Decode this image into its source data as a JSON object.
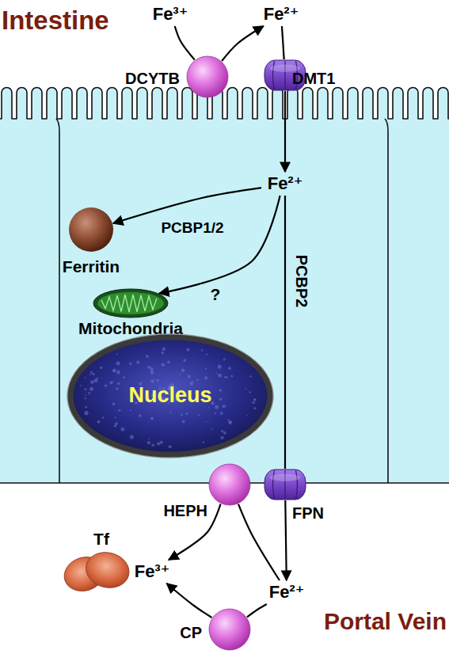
{
  "diagram": {
    "nodes": [
      {
        "text": [
          "Fe³⁺"
        ]
      },
      {
        "text": [
          "Fe²⁺"
        ]
      },
      {
        "text": [
          "DCYTB"
        ]
      },
      {
        "text": [
          "DMT1"
        ]
      },
      {
        "text": [
          "Fe²⁺"
        ]
      },
      {
        "text": [
          "Ferritin"
        ]
      },
      {
        "text": [
          "Mitochondria"
        ]
      },
      {
        "text": [
          "Nucleus"
        ]
      },
      {
        "text": [
          "HEPH"
        ]
      },
      {
        "text": [
          "FPN"
        ]
      },
      {
        "text": [
          "Tf"
        ]
      },
      {
        "text": [
          "Fe³⁺"
        ]
      },
      {
        "text": [
          "Fe²⁺"
        ]
      },
      {
        "text": [
          "CP"
        ]
      }
    ],
    "edges": [
      {
        "from": 0,
        "to": 2,
        "arrow": "none"
      },
      {
        "from": 2,
        "to": 1,
        "arrow": "to"
      },
      {
        "from": 1,
        "to": 3,
        "arrow": "none"
      },
      {
        "from": 3,
        "to": 4,
        "arrow": "to"
      },
      {
        "from": 4,
        "to": 5,
        "label": "PCBP1/2",
        "arrow": "to"
      },
      {
        "from": 4,
        "to": 6,
        "label": "?",
        "arrow": "to"
      },
      {
        "from": 4,
        "to": 9,
        "label": "PCBP2",
        "arrow": "none"
      },
      {
        "from": 9,
        "to": 12,
        "arrow": "to"
      },
      {
        "from": 12,
        "to": 8,
        "arrow": "none"
      },
      {
        "from": 8,
        "to": 11,
        "arrow": "to"
      },
      {
        "from": 12,
        "to": 13,
        "arrow": "none"
      },
      {
        "from": 13,
        "to": 11,
        "arrow": "to"
      }
    ],
    "labels": [
      "Intestine",
      "Portal Vein"
    ]
  }
}
